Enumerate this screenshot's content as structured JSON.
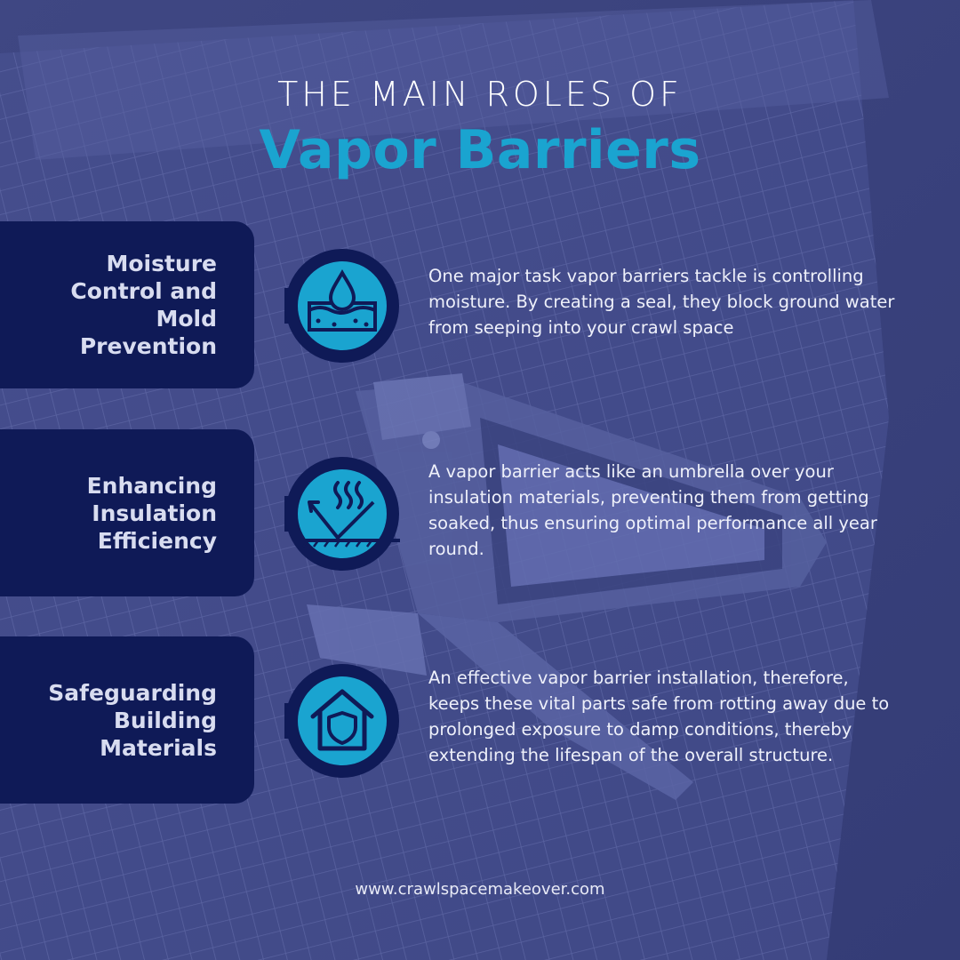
{
  "header": {
    "kicker": "THE MAIN ROLES OF",
    "title": "Vapor Barriers"
  },
  "roles": [
    {
      "label": "Moisture\nControl and\nMold\nPrevention",
      "icon": "water-drop-icon",
      "description": "One major task vapor barriers tackle is controlling moisture. By creating a seal, they block ground water from seeping into your crawl space"
    },
    {
      "label": "Enhancing\nInsulation\nEfficiency",
      "icon": "heat-shield-icon",
      "description": "A vapor barrier acts like an umbrella over your insulation materials, preventing them from getting soaked, thus ensuring optimal performance all year round."
    },
    {
      "label": "Safeguarding\nBuilding\nMaterials",
      "icon": "house-shield-icon",
      "description": "An effective vapor barrier installation, therefore, keeps these vital parts safe from rotting away due to prolonged exposure to damp conditions, thereby extending the lifespan of the overall structure."
    }
  ],
  "footer": {
    "website": "www.crawlspacemakeover.com"
  },
  "colors": {
    "overlay": "#353e7a",
    "label_box": "#0f1a57",
    "accent": "#1aa4d0",
    "icon_fill": "#1aa4d0",
    "text": "#eef0fa"
  }
}
